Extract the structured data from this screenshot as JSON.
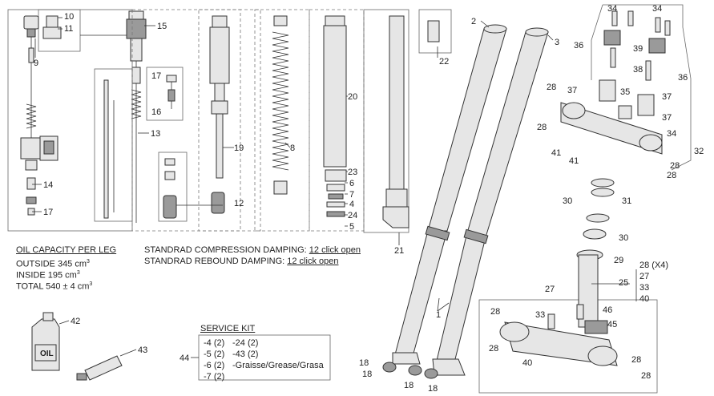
{
  "callouts": {
    "c1": "1",
    "c2": "2",
    "c3": "3",
    "c4": "4",
    "c5": "5",
    "c6": "6",
    "c7": "7",
    "c8": "8",
    "c9": "9",
    "c10": "10",
    "c11": "11",
    "c12": "12",
    "c13": "13",
    "c14": "14",
    "c15": "15",
    "c16": "16",
    "c17a": "17",
    "c17b": "17",
    "c18a": "18",
    "c18b": "18",
    "c18c": "18",
    "c18d": "18",
    "c19": "19",
    "c20": "20",
    "c21": "21",
    "c22": "22",
    "c23": "23",
    "c24": "24",
    "c25": "25",
    "c27a": "27",
    "c27b": "27",
    "c28a": "28",
    "c28b": "28",
    "c28c": "28",
    "c28d": "28",
    "c28e": "28",
    "c28f": "28",
    "c28g": "28",
    "c28h": "28",
    "c29": "29",
    "c30a": "30",
    "c30b": "30",
    "c31": "31",
    "c32": "32",
    "c33a": "33",
    "c33b": "33",
    "c34a": "34",
    "c34b": "34",
    "c34c": "34",
    "c35": "35",
    "c36a": "36",
    "c36b": "36",
    "c37a": "37",
    "c37b": "37",
    "c38": "38",
    "c39": "39",
    "c40a": "40",
    "c40b": "40",
    "c41a": "41",
    "c41b": "41",
    "c42": "42",
    "c43": "43",
    "c44": "44",
    "c45": "45",
    "c46": "46"
  },
  "oil_capacity": {
    "title": "OIL CAPACITY PER LEG",
    "outside_label": "OUTSIDE 345 cm",
    "inside_label": "INSIDE 195 cm",
    "total_label": "TOTAL 540 ± 4 cm",
    "unit_exp": "3"
  },
  "damping": {
    "compression_label": "STANDRAD COMPRESSION DAMPING:",
    "compression_value": "12 click open",
    "rebound_label": "STANDRAD REBOUND DAMPING:",
    "rebound_value": "12 click open"
  },
  "service_kit": {
    "title": "SERVICE KIT",
    "left_items": [
      "-4 (2)",
      "-5 (2)",
      "-6 (2)",
      "-7 (2)"
    ],
    "right_items": [
      "-24 (2)",
      "-43 (2)",
      "-Graisse/Grease/Grasa"
    ]
  },
  "oil_can_label": "OIL",
  "bracket_list": [
    "28 (X4)",
    "27",
    "33",
    "40"
  ]
}
